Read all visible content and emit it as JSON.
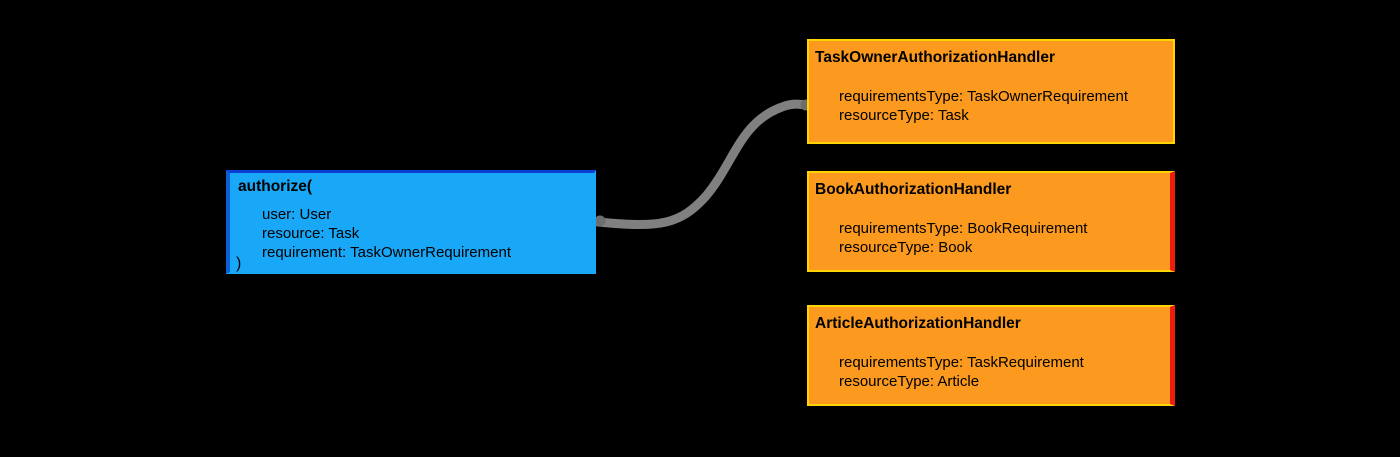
{
  "diagram": {
    "background_color": "#000000",
    "call_node": {
      "title": "authorize(",
      "close": ")",
      "params": "user: User\nresource: Task\nrequirement: TaskOwnerRequirement",
      "fill_color": "#19A7F7",
      "border_color": "#0B3FD4"
    },
    "handlers": [
      {
        "title": "TaskOwnerAuthorizationHandler",
        "body": "requirementsType: TaskOwnerRequirement\nresourceType: Task",
        "fill_color": "#FB9A1E",
        "border_color": "#FFD400",
        "accent_color": "#FFD400"
      },
      {
        "title": "BookAuthorizationHandler",
        "body": "requirementsType: BookRequirement\nresourceType: Book",
        "fill_color": "#FB9A1E",
        "border_color": "#FFD400",
        "accent_color": "#EE1C0E"
      },
      {
        "title": "ArticleAuthorizationHandler",
        "body": "requirementsType: TaskRequirement\nresourceType: Article",
        "fill_color": "#FB9A1E",
        "border_color": "#FFD400",
        "accent_color": "#EE1C0E"
      }
    ],
    "connector": {
      "label": "",
      "color": "#808080",
      "from": "call_node",
      "to": "handlers.0"
    }
  }
}
